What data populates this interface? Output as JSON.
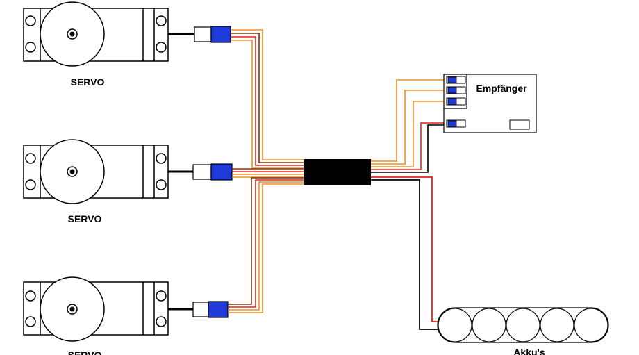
{
  "labels": {
    "servo_1": "SERVO",
    "servo_2": "SERVO",
    "servo_3": "SERVO",
    "receiver": "Empfänger",
    "battery": "Akku's"
  },
  "colors": {
    "wire_orange": "#f0901e",
    "wire_red": "#e8231c",
    "wire_brown": "#7a3a10",
    "wire_black": "#000000",
    "connector_blue": "#1e3ad8",
    "hub_black": "#000000"
  },
  "battery_cells": 5
}
